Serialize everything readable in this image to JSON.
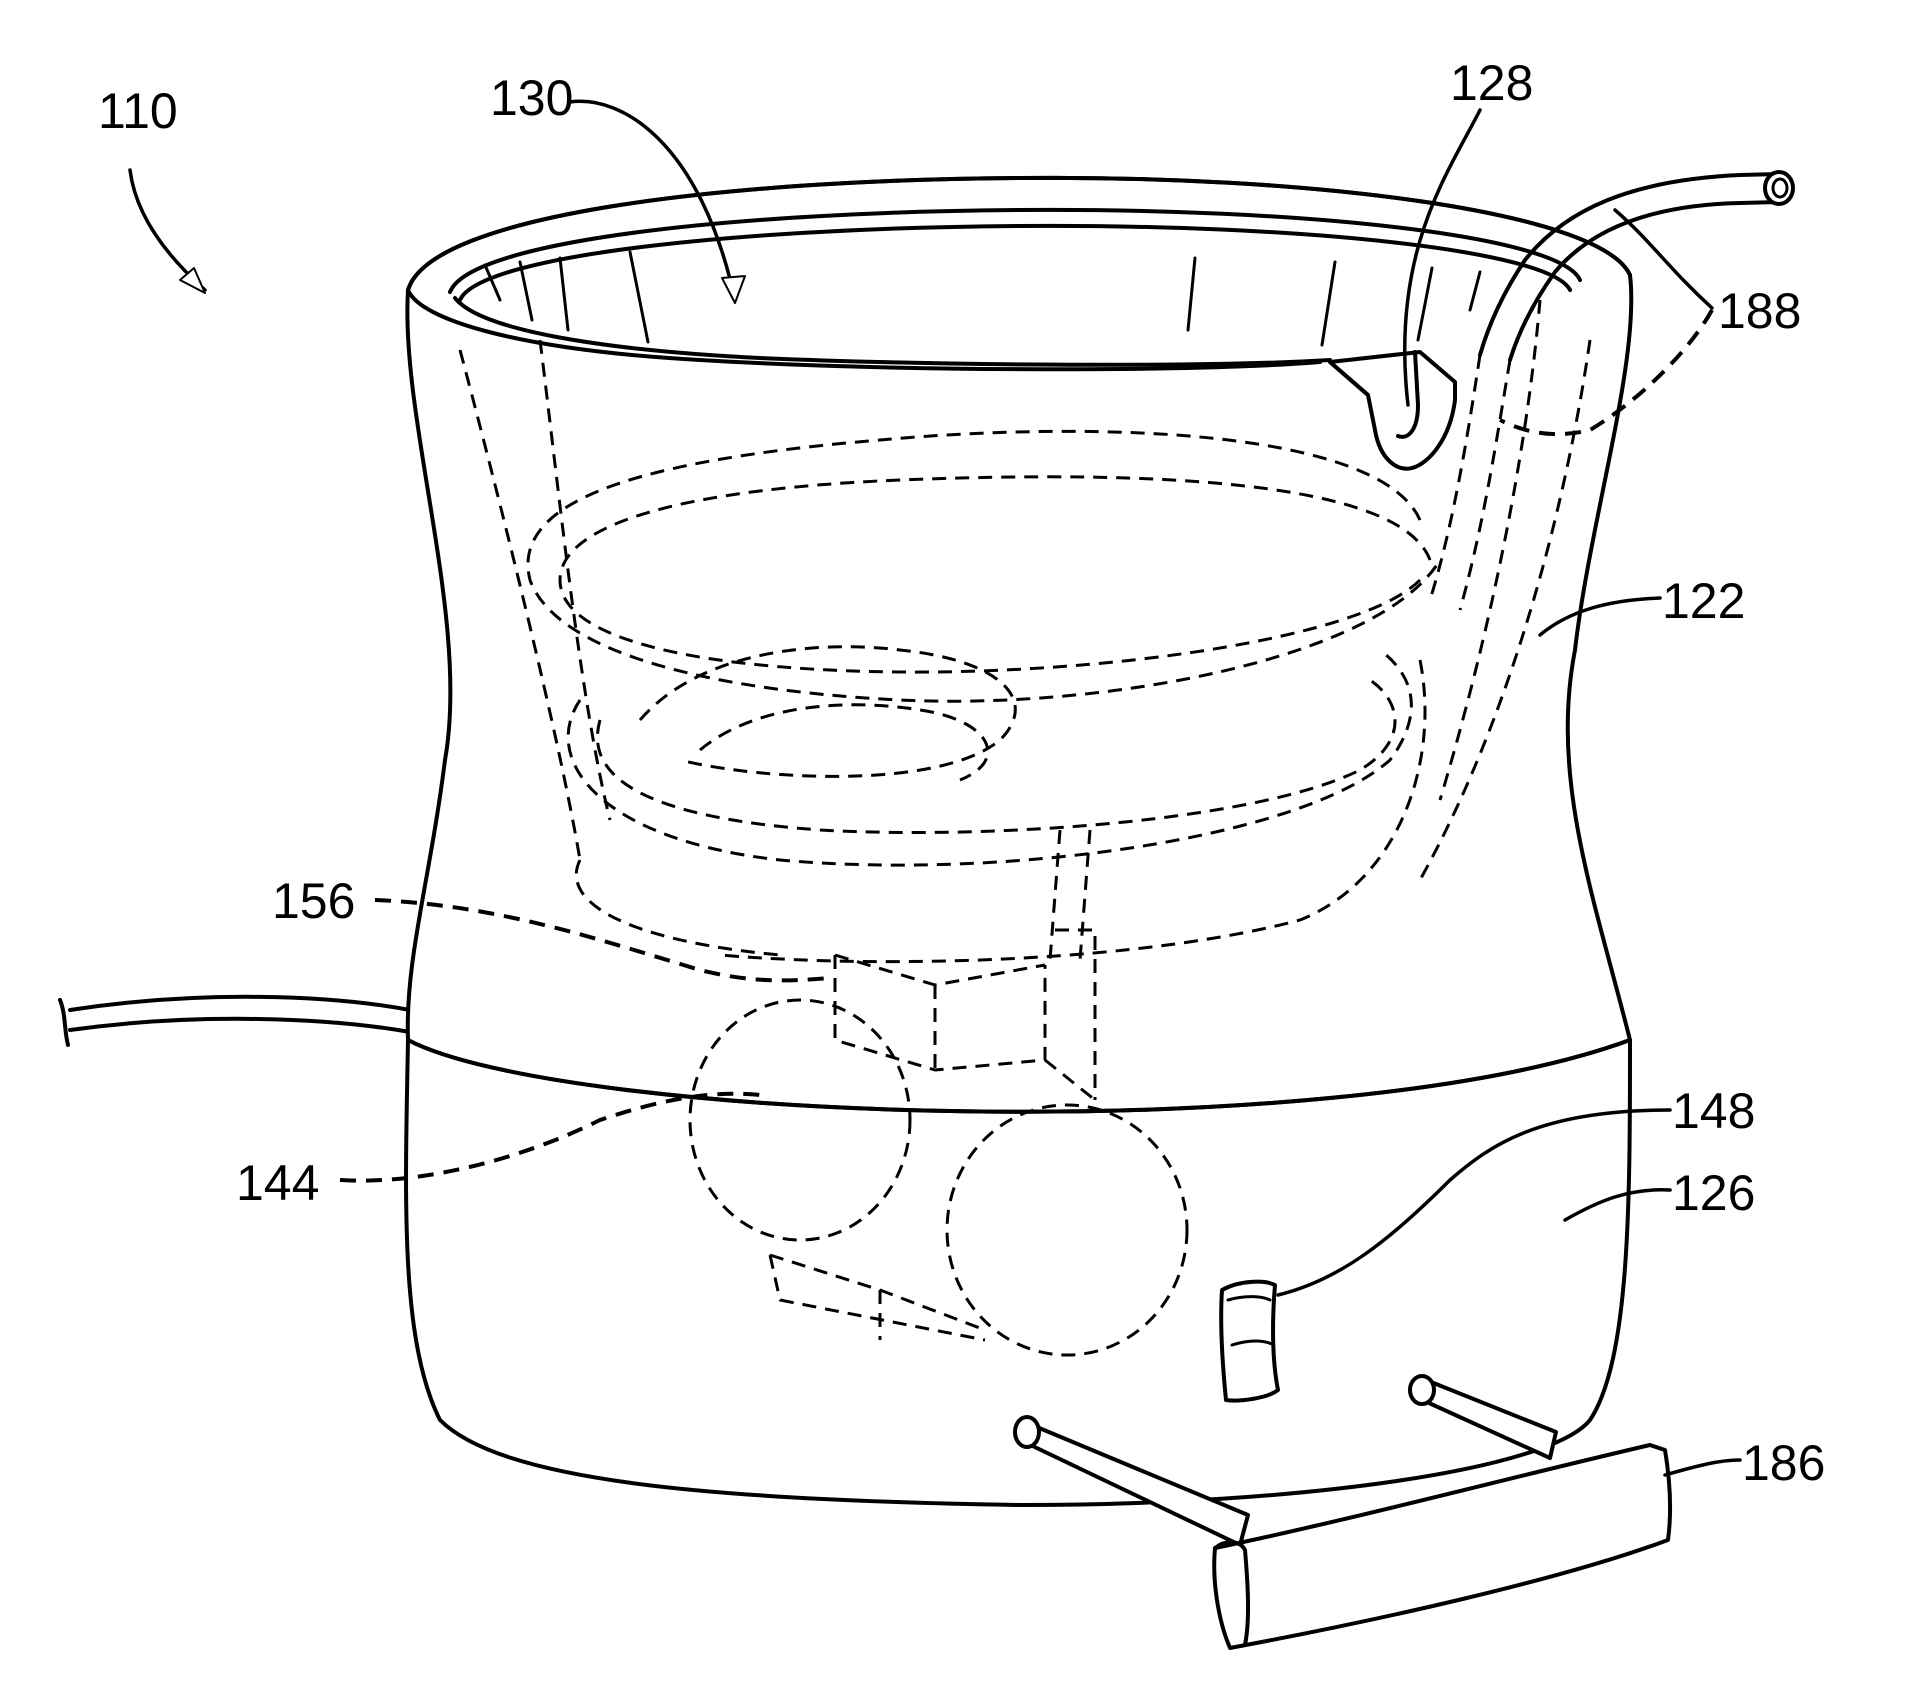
{
  "figure": {
    "labels": {
      "device": "110",
      "upper_body": "122",
      "base": "126",
      "spout": "128",
      "interior": "130",
      "heater": "144",
      "switch": "148",
      "pump": "156",
      "handle": "186",
      "hose": "188"
    }
  }
}
